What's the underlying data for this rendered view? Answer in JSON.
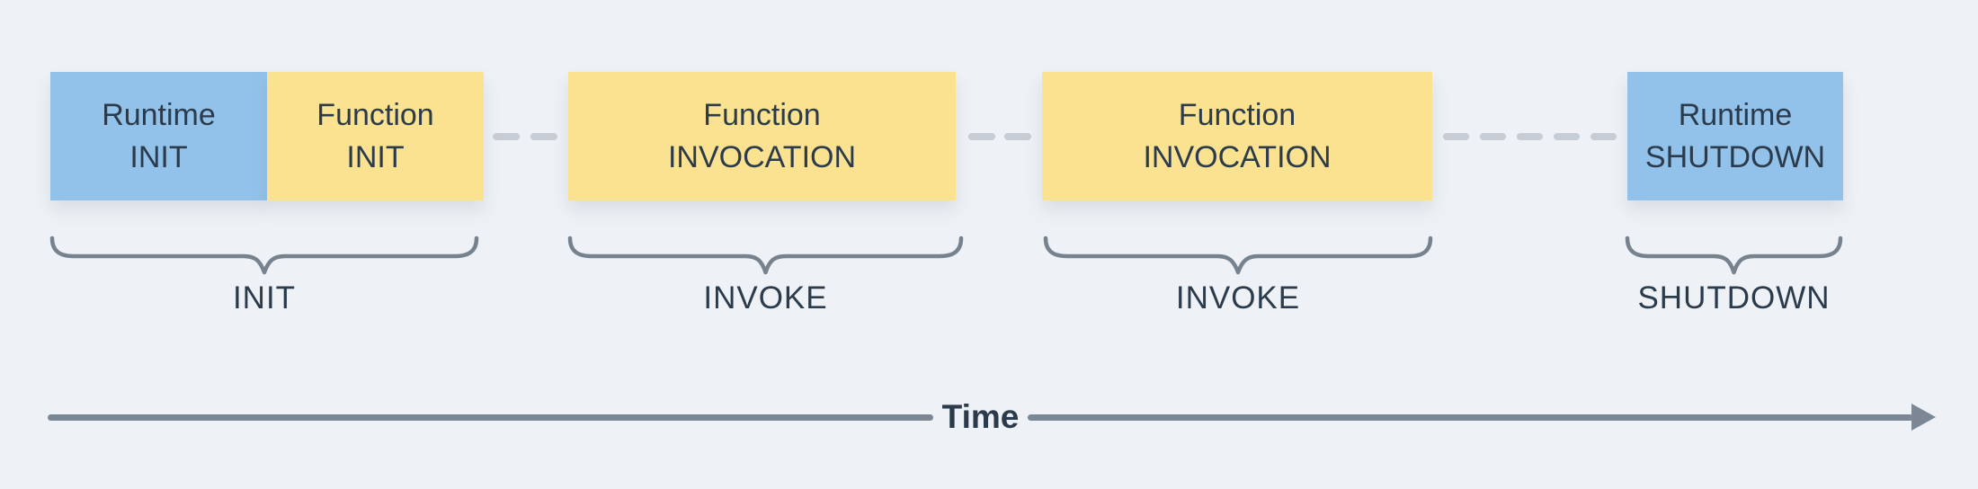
{
  "blocks": [
    {
      "id": "runtime-init",
      "type": "runtime",
      "line1": "Runtime",
      "line2": "INIT"
    },
    {
      "id": "function-init",
      "type": "function",
      "line1": "Function",
      "line2": "INIT"
    },
    {
      "id": "function-invocation-1",
      "type": "function",
      "line1": "Function",
      "line2": "INVOCATION"
    },
    {
      "id": "function-invocation-2",
      "type": "function",
      "line1": "Function",
      "line2": "INVOCATION"
    },
    {
      "id": "runtime-shutdown",
      "type": "runtime",
      "line1": "Runtime",
      "line2": "SHUTDOWN"
    }
  ],
  "phases": [
    {
      "label": "INIT"
    },
    {
      "label": "INVOKE"
    },
    {
      "label": "INVOKE"
    },
    {
      "label": "SHUTDOWN"
    }
  ],
  "timeline": {
    "label": "Time"
  },
  "colors": {
    "background": "#eef2f6",
    "runtime_block": "#92c2ea",
    "function_block": "#fae291",
    "text": "#2b3b4b",
    "connector_dash": "#c6cdd5",
    "brace": "#76828e",
    "arrow": "#7b8794"
  }
}
